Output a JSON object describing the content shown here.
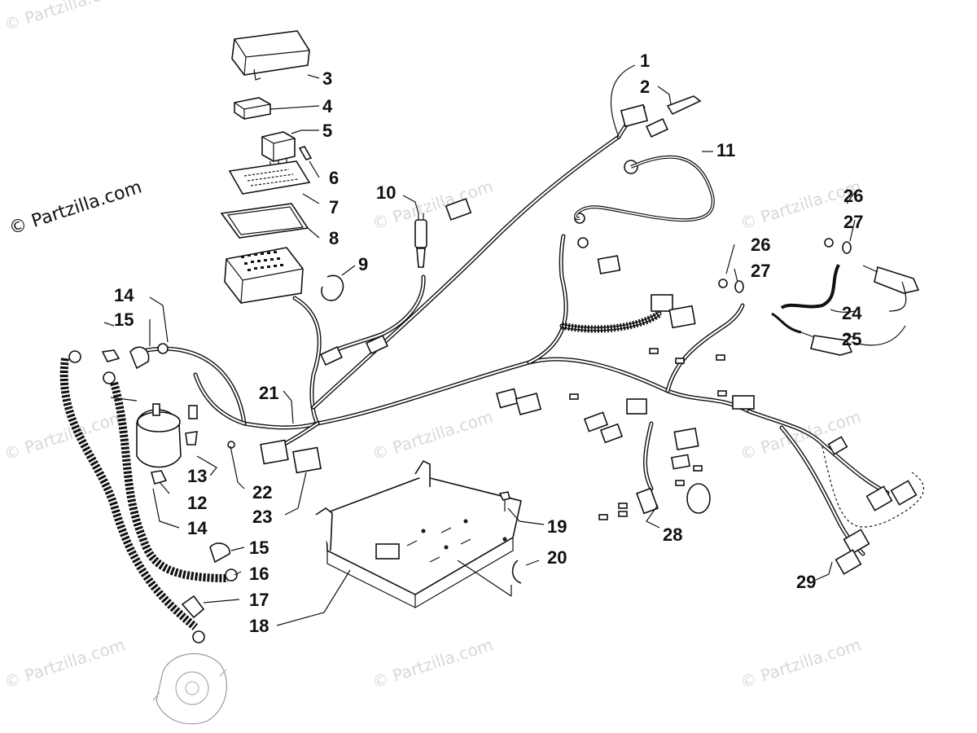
{
  "copyright": "© Partzilla.com",
  "watermark": "© Partzilla.com",
  "callouts": [
    {
      "id": "c1",
      "label": "1"
    },
    {
      "id": "c2",
      "label": "2"
    },
    {
      "id": "c3",
      "label": "3"
    },
    {
      "id": "c4",
      "label": "4"
    },
    {
      "id": "c5",
      "label": "5"
    },
    {
      "id": "c6",
      "label": "6"
    },
    {
      "id": "c7",
      "label": "7"
    },
    {
      "id": "c8",
      "label": "8"
    },
    {
      "id": "c9",
      "label": "9"
    },
    {
      "id": "c10",
      "label": "10"
    },
    {
      "id": "c11",
      "label": "11"
    },
    {
      "id": "c12",
      "label": "12"
    },
    {
      "id": "c13",
      "label": "13"
    },
    {
      "id": "c14a",
      "label": "14"
    },
    {
      "id": "c14b",
      "label": "14"
    },
    {
      "id": "c15a",
      "label": "15"
    },
    {
      "id": "c15b",
      "label": "15"
    },
    {
      "id": "c16",
      "label": "16"
    },
    {
      "id": "c17",
      "label": "17"
    },
    {
      "id": "c18",
      "label": "18"
    },
    {
      "id": "c19",
      "label": "19"
    },
    {
      "id": "c20",
      "label": "20"
    },
    {
      "id": "c21",
      "label": "21"
    },
    {
      "id": "c22",
      "label": "22"
    },
    {
      "id": "c23",
      "label": "23"
    },
    {
      "id": "c24",
      "label": "24"
    },
    {
      "id": "c25",
      "label": "25"
    },
    {
      "id": "c26a",
      "label": "26"
    },
    {
      "id": "c26b",
      "label": "26"
    },
    {
      "id": "c27a",
      "label": "27"
    },
    {
      "id": "c27b",
      "label": "27"
    },
    {
      "id": "c28",
      "label": "28"
    },
    {
      "id": "c29",
      "label": "29"
    }
  ]
}
